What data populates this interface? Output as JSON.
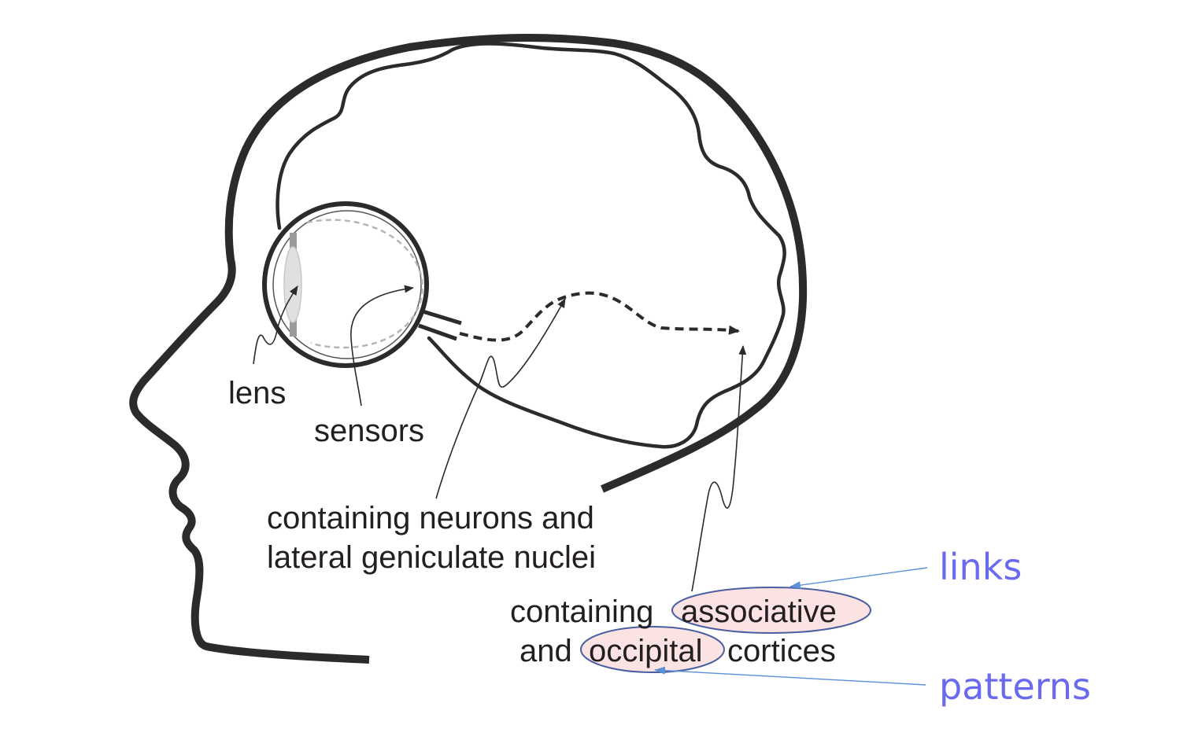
{
  "labels": {
    "lens": "lens",
    "sensors": "sensors",
    "neurons_line1": "containing neurons and",
    "neurons_line2": "lateral geniculate nuclei",
    "cortices_line1_prefix": "containing",
    "associative": "associative",
    "cortices_line2_prefix": "and",
    "occipital": "occipital",
    "cortices_line2_suffix": "cortices",
    "links": "links",
    "patterns": "patterns"
  },
  "colors": {
    "outline": "#2b2b2b",
    "text": "#231f20",
    "accent_blue": "#6a6af0",
    "pointer_blue": "#5b8fd6",
    "highlight_fill": "#fbe3e3",
    "highlight_stroke": "#4a5fa0"
  }
}
